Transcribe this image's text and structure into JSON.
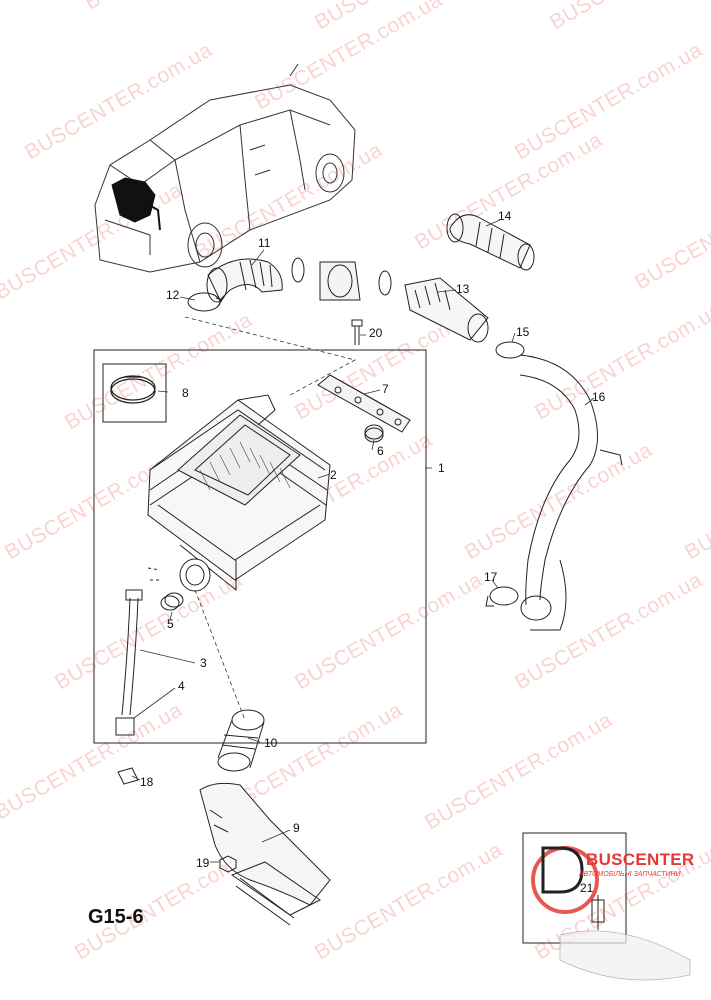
{
  "diagram": {
    "code": "G15-6",
    "callouts": [
      "1",
      "2",
      "3",
      "4",
      "5",
      "6",
      "7",
      "8",
      "9",
      "10",
      "11",
      "12",
      "13",
      "14",
      "15",
      "16",
      "17",
      "18",
      "19",
      "20",
      "21"
    ]
  },
  "watermark": {
    "text": "BUSCENTER.com.ua",
    "color": "#e53935"
  },
  "logo": {
    "brand": "BUSCENTER",
    "tagline": "АВТОМОБІЛЬНІ ЗАПЧАСТИНИ",
    "callout": "21",
    "color": "#e53935"
  },
  "icons": [
    "car-outline-icon",
    "air-filter-box-icon",
    "hose-icon",
    "clamp-icon",
    "logo-icon"
  ]
}
